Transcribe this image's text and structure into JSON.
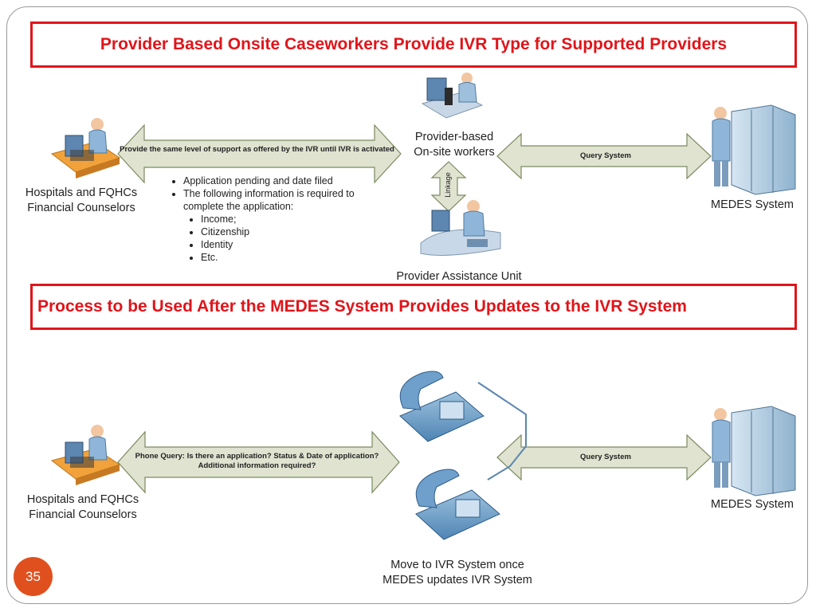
{
  "section1": {
    "title": "Provider Based Onsite Caseworkers Provide IVR Type for Supported Providers",
    "hospitals_label": [
      "Hospitals and FQHCs",
      "Financial Counselors"
    ],
    "provider_label": [
      "Provider-based",
      "On-site workers"
    ],
    "medes_label": "MEDES System",
    "pau_label": "Provider Assistance Unit",
    "arrow_support_text": "Provide the same level of support as offered by the IVR until IVR is activated",
    "arrow_query_text": "Query System",
    "linkage_text": "Linkage",
    "bullets": [
      "Application pending and date filed",
      "The following information is required to complete the application:"
    ],
    "sub_bullets": [
      "Income;",
      "Citizenship",
      "Identity",
      "Etc."
    ]
  },
  "section2": {
    "title": "Process to be Used After the MEDES System Provides Updates to the IVR System",
    "hospitals_label": [
      "Hospitals and FQHCs",
      "Financial Counselors"
    ],
    "medes_label": "MEDES System",
    "phone_label": [
      "Move to IVR System once",
      "MEDES updates IVR System"
    ],
    "arrow_phone_text_1": "Phone Query:  Is there an application?  Status & Date of application?",
    "arrow_phone_text_2": "Additional information required?",
    "arrow_query_text": "Query System"
  },
  "page_number": "35",
  "colors": {
    "title_red": "#e0151a",
    "arrow_fill": "#dfe3d0",
    "arrow_stroke": "#7b8a60",
    "page_badge": "#e0501e"
  }
}
